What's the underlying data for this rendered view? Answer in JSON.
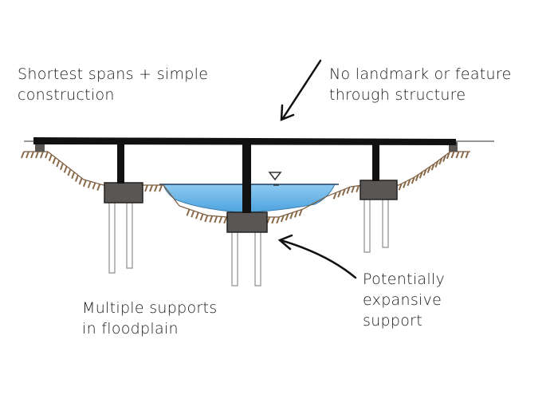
{
  "labels": {
    "top_left": [
      "Shortest spans + simple",
      "construction"
    ],
    "top_right": [
      "No landmark or feature",
      "through structure"
    ],
    "bottom_left": [
      "Multiple supports",
      "in floodplain"
    ],
    "bottom_right": [
      "Potentially",
      "expansive",
      "support"
    ]
  },
  "colors": {
    "deck": "#111111",
    "pier_cap": "#5a5654",
    "water": "#6cb4e4",
    "ground_hatch": "#8a6a4a",
    "pile": "#9a9a9a",
    "text": "#1a1a1a"
  }
}
